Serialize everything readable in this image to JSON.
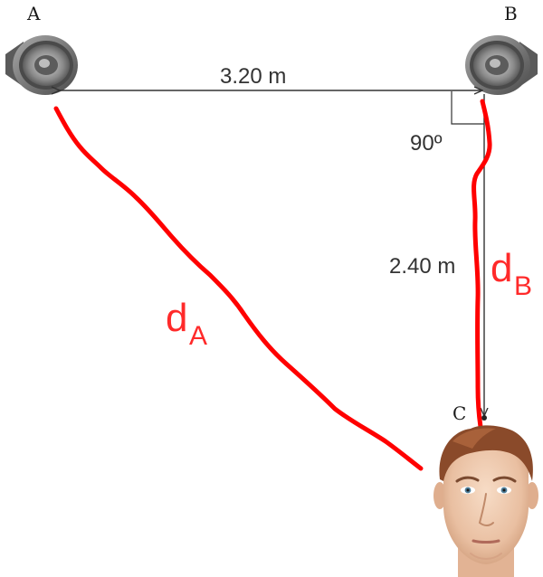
{
  "points": {
    "a": "A",
    "b": "B",
    "c": "C"
  },
  "dimensions": {
    "ab": "3.20 m",
    "bc": "2.40 m",
    "angle": "90º"
  },
  "paths": {
    "a": {
      "symbol": "d",
      "subscript": "A"
    },
    "b": {
      "symbol": "d",
      "subscript": "B"
    }
  },
  "colors": {
    "path": "#ff0000",
    "path_label": "#ff2a2a",
    "dimension_line": "#333333",
    "speaker_body": "#6e6e6e"
  },
  "icons": [
    "speaker-icon",
    "speaker-icon",
    "listener-head-icon"
  ]
}
